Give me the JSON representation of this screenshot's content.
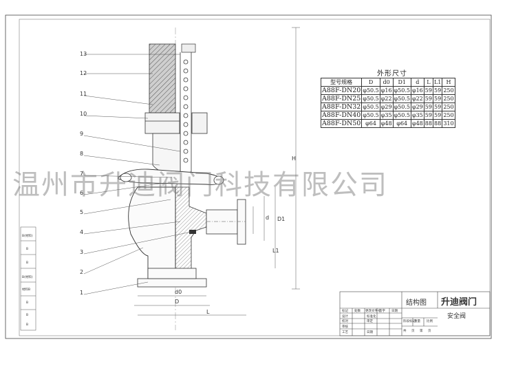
{
  "table": {
    "title": "外形尺寸",
    "headers": [
      "型号规格",
      "D",
      "d0",
      "D1",
      "d",
      "L",
      "L1",
      "H"
    ],
    "rows": [
      [
        "A88F-DN20",
        "φ50.5",
        "φ16",
        "φ50.5",
        "φ16",
        "59",
        "59",
        "250"
      ],
      [
        "A88F-DN25",
        "φ50.5",
        "φ22",
        "φ50.5",
        "φ22",
        "59",
        "59",
        "250"
      ],
      [
        "A88F-DN32",
        "φ50.5",
        "φ29",
        "φ50.5",
        "φ29",
        "59",
        "59",
        "250"
      ],
      [
        "A88F-DN40",
        "φ50.5",
        "φ35",
        "φ50.5",
        "φ35",
        "59",
        "59",
        "250"
      ],
      [
        "A88F-DN50",
        "φ64",
        "φ48",
        "φ64",
        "φ48",
        "88",
        "88",
        "310"
      ]
    ]
  },
  "callouts": [
    "13",
    "12",
    "11",
    "10",
    "9",
    "8",
    "7",
    "6",
    "5",
    "4",
    "3",
    "2",
    "1"
  ],
  "dimensions": {
    "H": "H",
    "D1": "D1",
    "d": "d",
    "L1": "L1",
    "d0": "d0",
    "D": "D",
    "L": "L"
  },
  "watermark": "温州市升迪阀门科技有限公司",
  "title_block": {
    "drawing_type": "结构图",
    "company": "升迪阀门",
    "part_name": "安全阀",
    "hdr_row": [
      "标记",
      "处数",
      "更改文件号",
      "签字",
      "日期"
    ],
    "design": "设计",
    "standardize": "标准化",
    "check": "校对",
    "review": "审定",
    "process": "审核",
    "craft": "工艺",
    "date": "日期",
    "stage_mark": "阶段标记",
    "weight": "共　张",
    "quantity": "重量",
    "scale": "比例",
    "sheet_total": "共",
    "sheet_label": "页",
    "sheet_no": "第",
    "sheet_label2": "页"
  },
  "side_block": [
    "B(材料)",
    "B",
    "B",
    "B(材料)",
    "材料B",
    "B",
    "B",
    "B"
  ]
}
